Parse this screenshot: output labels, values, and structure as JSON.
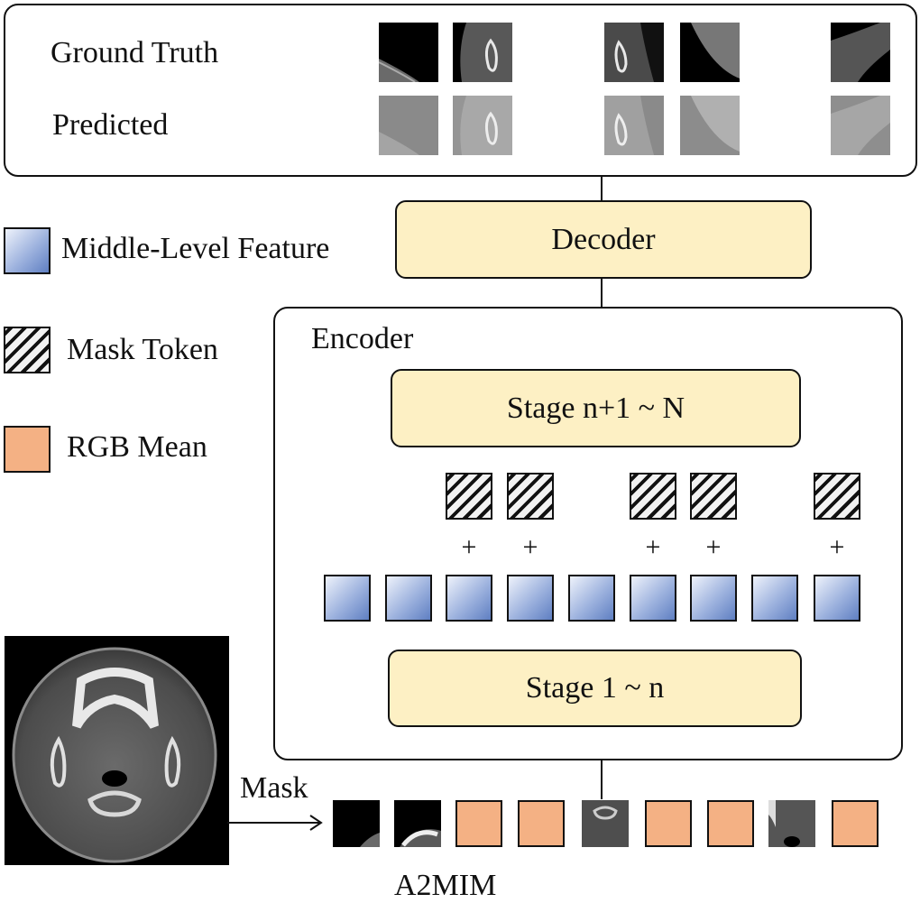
{
  "top_panel": {
    "ground_truth_label": "Ground Truth",
    "predicted_label": "Predicted"
  },
  "decoder": {
    "label": "Decoder"
  },
  "encoder": {
    "title": "Encoder",
    "stage_top_label": "Stage n+1 ~ N",
    "stage_bottom_label": "Stage 1 ~ n",
    "plus_symbol": "+"
  },
  "legend": {
    "items": [
      {
        "label": "Middle-Level Feature",
        "swatch": "blue-gradient-square"
      },
      {
        "label": "Mask Token",
        "swatch": "hatched-square"
      },
      {
        "label": "RGB Mean",
        "swatch": "orange-square"
      }
    ]
  },
  "input": {
    "arrow_label": "Mask",
    "caption": "A2MIM"
  },
  "colors": {
    "stage_fill": "#fdf0c4",
    "rgb_mean": "#f4b184",
    "feature_blue": "#7f9ad0"
  }
}
